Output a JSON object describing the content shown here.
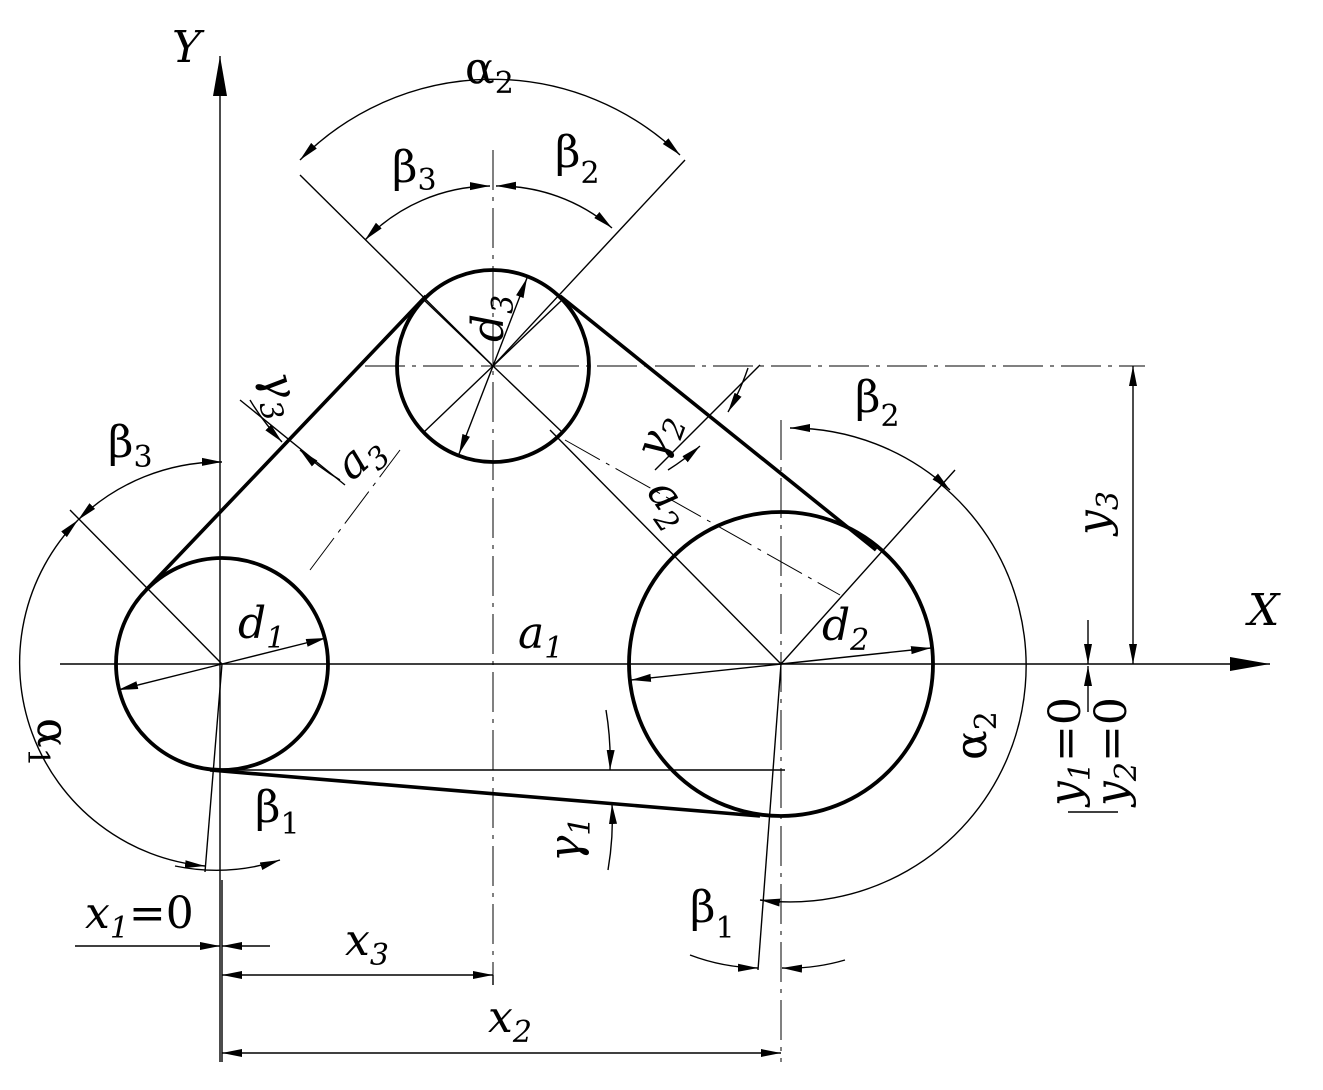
{
  "axes": {
    "x_label": "X",
    "y_label": "Y"
  },
  "angles": {
    "alpha1": {
      "sym": "α",
      "sub": "1"
    },
    "alpha2_top": {
      "sym": "α",
      "sub": "2"
    },
    "alpha2_right": {
      "sym": "α",
      "sub": "2"
    },
    "beta1_left": {
      "sym": "β",
      "sub": "1"
    },
    "beta1_right": {
      "sym": "β",
      "sub": "1"
    },
    "beta2_top": {
      "sym": "β",
      "sub": "2"
    },
    "beta2_right": {
      "sym": "β",
      "sub": "2"
    },
    "beta3_top": {
      "sym": "β",
      "sub": "3"
    },
    "beta3_left": {
      "sym": "β",
      "sub": "3"
    },
    "gamma1": {
      "sym": "γ",
      "sub": "1"
    },
    "gamma2": {
      "sym": "γ",
      "sub": "2"
    },
    "gamma3": {
      "sym": "γ",
      "sub": "3"
    }
  },
  "diameters": {
    "d1": {
      "sym": "d",
      "sub": "1"
    },
    "d2": {
      "sym": "d",
      "sub": "2"
    },
    "d3": {
      "sym": "d",
      "sub": "3"
    }
  },
  "distances": {
    "a1": {
      "sym": "a",
      "sub": "1"
    },
    "a2": {
      "sym": "a",
      "sub": "2"
    },
    "a3": {
      "sym": "a",
      "sub": "3"
    }
  },
  "coordinates": {
    "x1": {
      "sym": "x",
      "sub": "1",
      "rest": "=0"
    },
    "x2": {
      "sym": "x",
      "sub": "2"
    },
    "x3": {
      "sym": "x",
      "sub": "3"
    },
    "y1": {
      "sym": "y",
      "sub": "1",
      "rest": "=0"
    },
    "y2": {
      "sym": "y",
      "sub": "2",
      "rest": "=0"
    },
    "y3": {
      "sym": "y",
      "sub": "3"
    }
  }
}
